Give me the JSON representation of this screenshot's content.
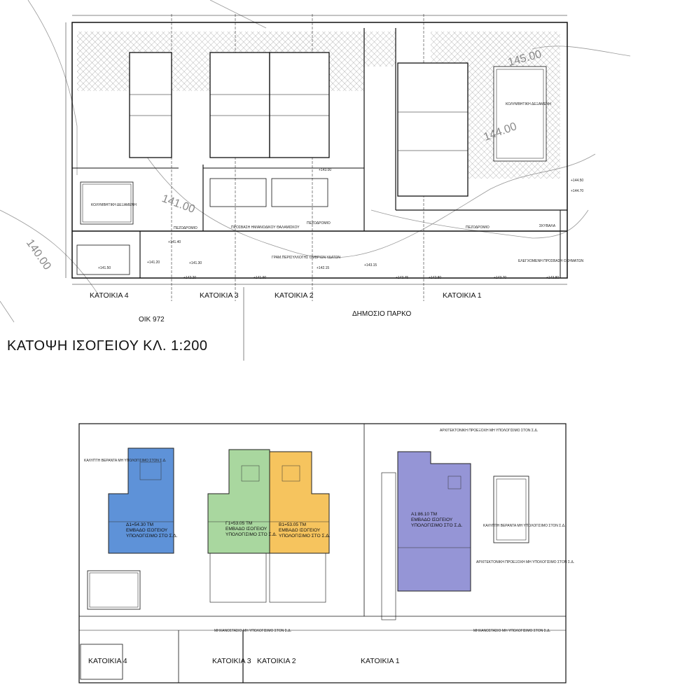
{
  "drawing": {
    "title": "ΚΑΤΟΨΗ ΙΣΟΓΕΙΟΥ  ΚΛ. 1:200",
    "plot_label": "ΟΙΚ 972",
    "park_label": "ΔΗΜΟΣΙΟ ΠΑΡΚΟ",
    "contours": [
      "140.00",
      "141.00",
      "144.00",
      "145.00"
    ]
  },
  "top_plan": {
    "units": [
      "ΚΑΤΟΙΚΙΑ 4",
      "ΚΑΤΟΙΚΙΑ 3",
      "ΚΑΤΟΙΚΙΑ 2",
      "ΚΑΤΟΙΚΙΑ 1"
    ],
    "notes": {
      "sidewalk": "ΠΕΖΟΔΡΟΜΙΟ",
      "meter_access": "ΠΡΟΣΒΑΣΗ ΗΜΙΑΝΟΔΙΚΟΥ ΘΑΛΑΜΙΣΚΟΥ",
      "rain_channel": "ΓΡΑΜ.ΠΕΡΙΣΥΛΛΟΓΗΣ ΟΜΒΡΙΩΝ ΥΔΑΤΩΝ",
      "controlled_access": "ΕΛΕΓΧΟΜΕΝΗ ΠΡΟΣΒΑΣΗ ΟΧΗΜΑΤΩΝ",
      "refuse": "ΣΚΥΒΑΛΑ",
      "pool": "ΚΟΛΥΜΒΗΤΙΚΗ ΔΕΞΑΜΕΝΗ",
      "levels": [
        "+141.50",
        "+141.40",
        "+141.30",
        "+141.20",
        "+142.20",
        "+141.90",
        "+142.15",
        "+143.00",
        "+142.80",
        "+143.15",
        "+143.45",
        "+143.70",
        "+143.80",
        "+144.50",
        "+144.70"
      ]
    }
  },
  "bottom_plan": {
    "units": [
      "ΚΑΤΟΙΚΙΑ 4",
      "ΚΑΤΟΙΚΙΑ 3",
      "ΚΑΤΟΙΚΙΑ 2",
      "ΚΑΤΟΙΚΙΑ 1"
    ],
    "areas": [
      {
        "code": "Δ1=54.30 ΤΜ",
        "line2": "ΕΜΒΑΔΟ ΙΣΟΓΕΙΟΥ",
        "line3": "ΥΠΟΛΟΓΙΣΙΜΟ ΣΤΟ Σ.Δ.",
        "color": "#5e92d8"
      },
      {
        "code": "Γ1=53.05 ΤΜ",
        "line2": "ΕΜΒΑΔΟ ΙΣΟΓΕΙΟΥ",
        "line3": "ΥΠΟΛΟΓΙΣΙΜΟ ΣΤΟ Σ.Δ.",
        "color": "#a9d79f"
      },
      {
        "code": "Β1=53.05 ΤΜ",
        "line2": "ΕΜΒΑΔΟ ΙΣΟΓΕΙΟΥ",
        "line3": "ΥΠΟΛΟΓΙΣΙΜΟ ΣΤΟ Σ.Δ.",
        "color": "#f6c45e"
      },
      {
        "code": "Α1:86.10 ΤΜ",
        "line2": "ΕΜΒΑΔΟ ΙΣΟΓΕΙΟΥ",
        "line3": "ΥΠΟΛΟΓΙΣΙΜΟ ΣΤΟ Σ.Δ.",
        "color": "#9595d6"
      }
    ],
    "notes": {
      "veranda": "ΚΑΛΥΠΤΗ ΒΕΡΑΝΤΑ ΜΗ ΥΠΟΛΟΓΙΣΙΜΟ ΣΤΟΝ Σ.Δ.",
      "arch_projection": "ΑΡΧΙΤΕΚΤΟΝΙΚΗ ΠΡΟΕΞΟΧΗ ΜΗ ΥΠΟΛΟΓΙΣΙΜΟ ΣΤΟΝ Σ.Δ.",
      "mech_room": "ΜΗΧΑΝΟΣΤΑΣΙΟ ΜΗ ΥΠΟΛΟΓΙΣΙΜΟ ΣΤΟΝ Σ.Δ."
    }
  }
}
